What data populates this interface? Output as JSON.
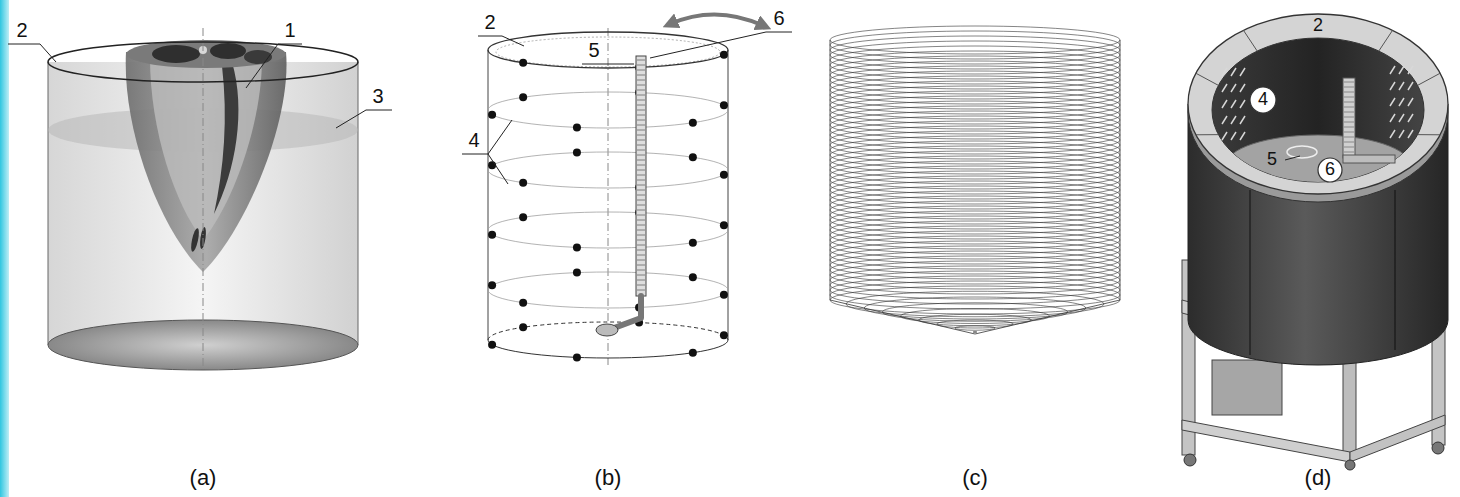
{
  "diagram": {
    "labels": [
      "2",
      "1",
      "3",
      "2",
      "6",
      "5",
      "4",
      "2",
      "4",
      "5",
      "6",
      "(a)",
      "(b)",
      "(c)",
      "(d)"
    ]
  }
}
